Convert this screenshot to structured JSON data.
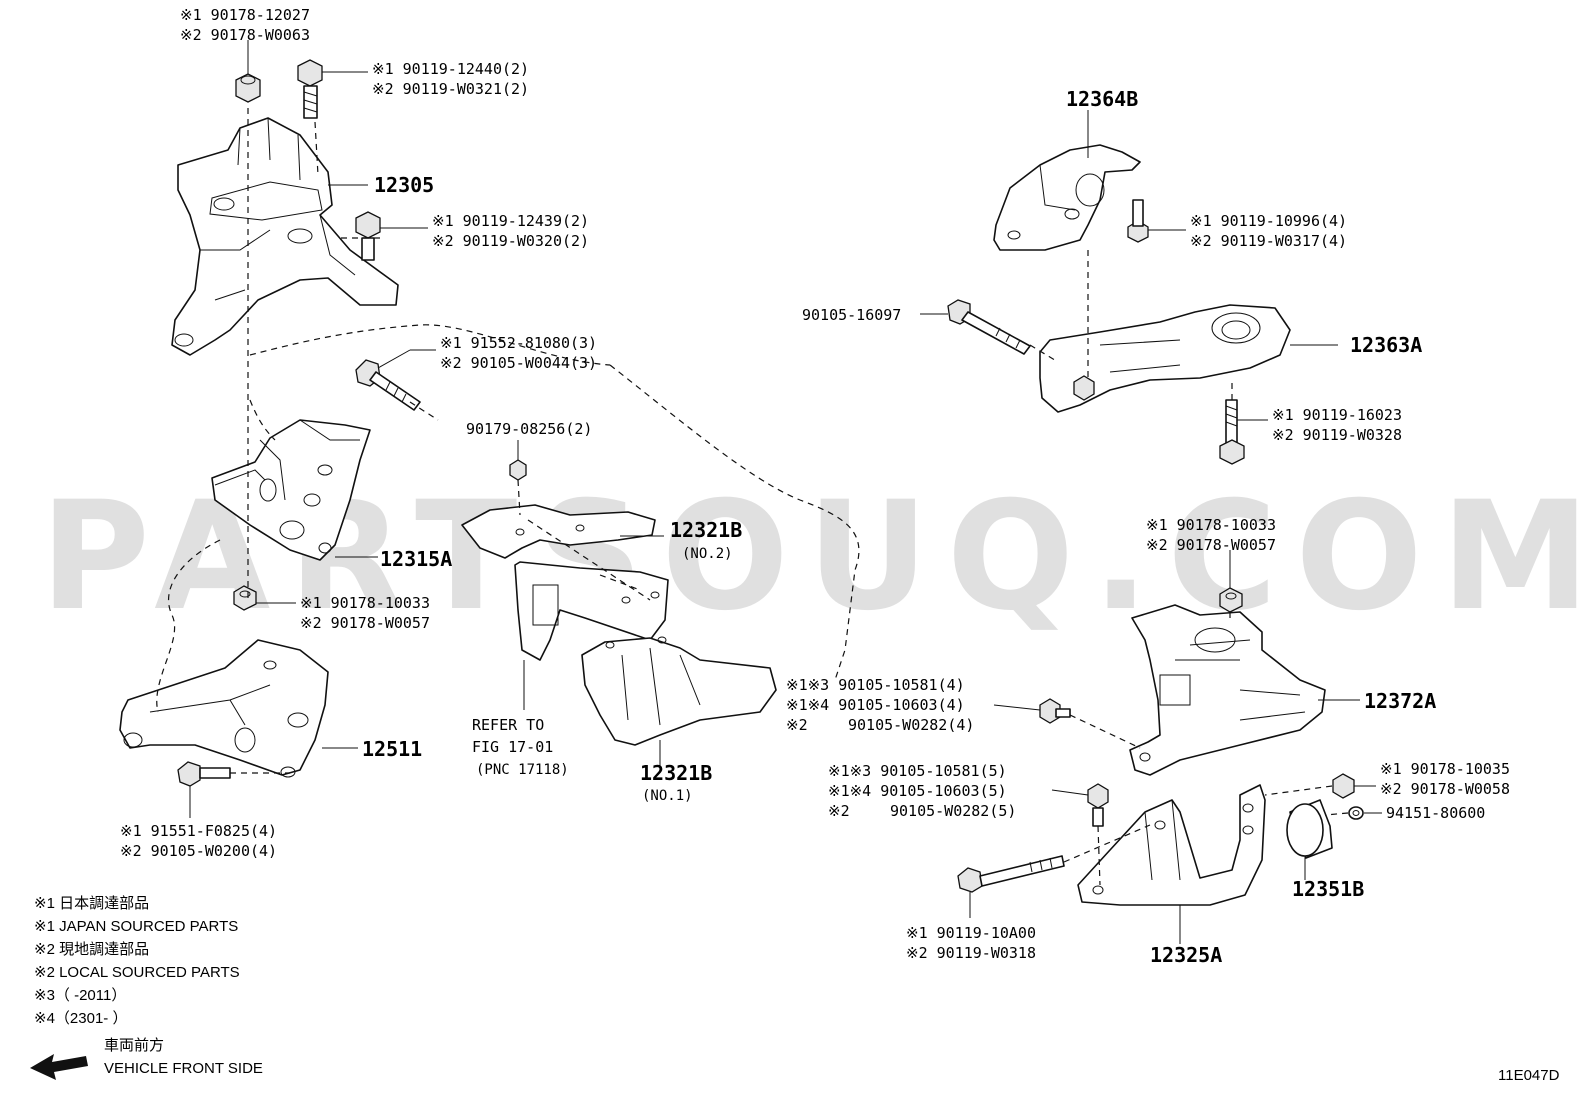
{
  "watermark": "PARTSOUQ.COM",
  "figure_code": "11E047D",
  "parts": {
    "p12305": "12305",
    "p12364B": "12364B",
    "p12363A": "12363A",
    "p12315A": "12315A",
    "p12321B_no2": "12321B",
    "p12321B_no2_sub": "(NO.2)",
    "p12321B_no1": "12321B",
    "p12321B_no1_sub": "(NO.1)",
    "p12511": "12511",
    "p12372A": "12372A",
    "p12351B": "12351B",
    "p12325A": "12325A"
  },
  "callouts": {
    "c1_l1": "※1 90178-12027",
    "c1_l2": "※2 90178-W0063",
    "c2_l1": "※1 90119-12440(2)",
    "c2_l2": "※2 90119-W0321(2)",
    "c3_l1": "※1 90119-12439(2)",
    "c3_l2": "※2 90119-W0320(2)",
    "c4_l1": "※1 91552-81080(3)",
    "c4_l2": "※2 90105-W0044(3)",
    "c5_l1": "90179-08256(2)",
    "c6_l1": "※1 90178-10033",
    "c6_l2": "※2 90178-W0057",
    "c7_l1": "※1 91551-F0825(4)",
    "c7_l2": "※2 90105-W0200(4)",
    "c8_l1": "※1 90119-10996(4)",
    "c8_l2": "※2 90119-W0317(4)",
    "c9_l1": "90105-16097",
    "c10_l1": "※1 90119-16023",
    "c10_l2": "※2 90119-W0328",
    "c11_l1": "※1 90178-10033",
    "c11_l2": "※2 90178-W0057",
    "c12_l1": "※1※3 90105-10581(4)",
    "c12_l2": "※1※4 90105-10603(4)",
    "c12_l3": "※2",
    "c12_l3b": "90105-W0282(4)",
    "c13_l1": "※1※3 90105-10581(5)",
    "c13_l2": "※1※4 90105-10603(5)",
    "c13_l3": "※2",
    "c13_l3b": "90105-W0282(5)",
    "c14_l1": "※1 90178-10035",
    "c14_l2": "※2 90178-W0058",
    "c15_l1": "94151-80600",
    "c16_l1": "※1 90119-10A00",
    "c16_l2": "※2 90119-W0318",
    "refer_l1": "REFER TO",
    "refer_l2": "FIG 17-01",
    "refer_l3": "(PNC 17118)"
  },
  "legend": {
    "line1": "※1 日本調達部品",
    "line2": "※1 JAPAN SOURCED PARTS",
    "line3": "※2 現地調達部品",
    "line4": "※2 LOCAL SOURCED PARTS",
    "line5": "※3（      -2011）",
    "line6": "※4（2301-      ）",
    "front_jp": "車両前方",
    "front_en": "VEHICLE FRONT SIDE"
  }
}
